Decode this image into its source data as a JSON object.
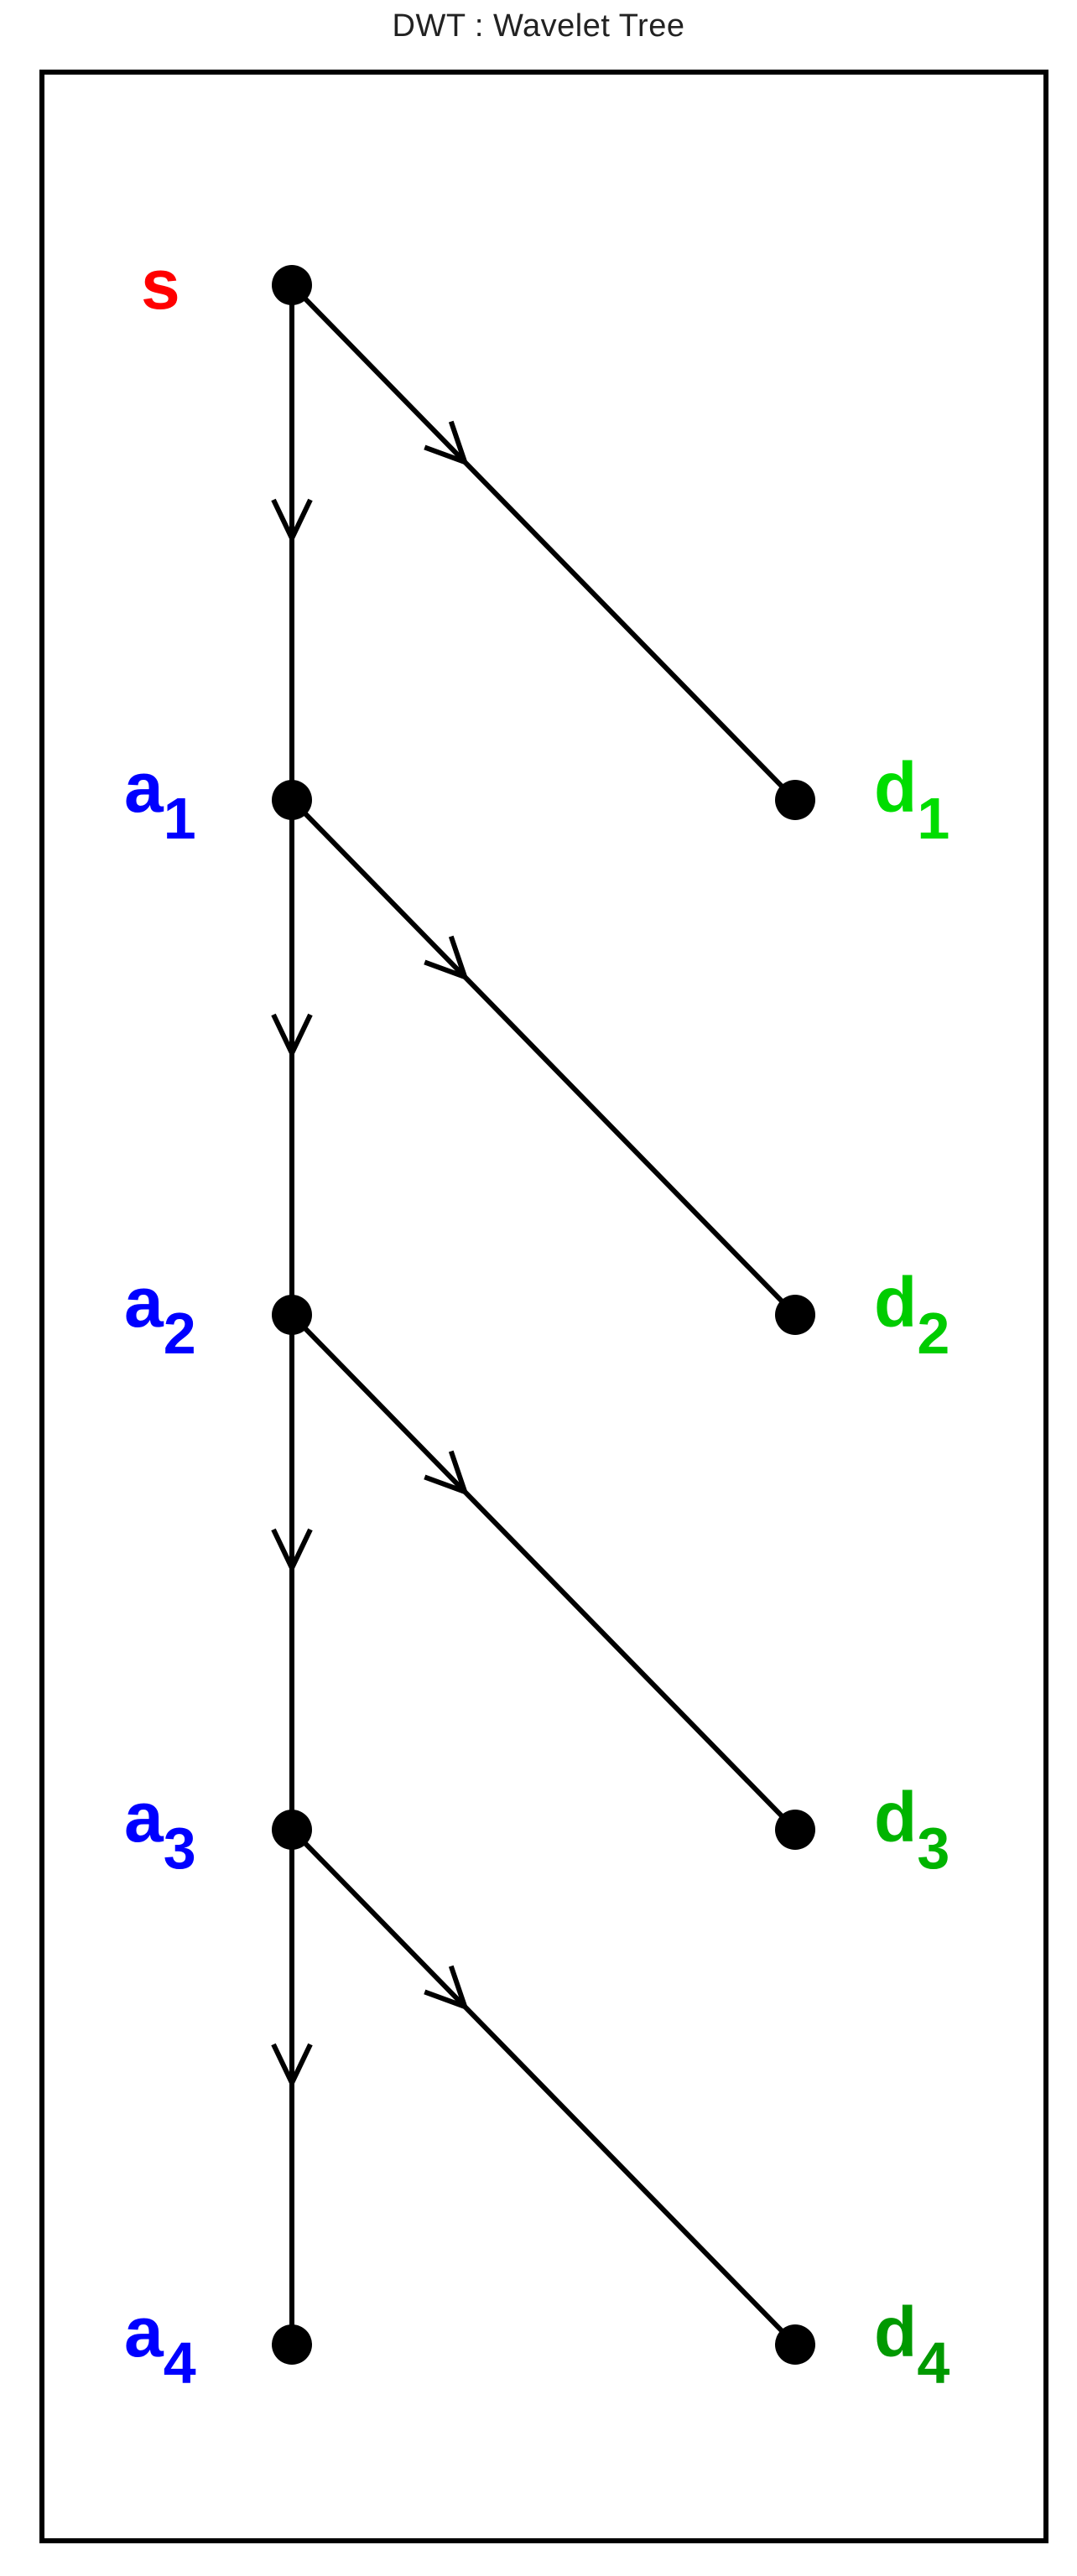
{
  "title": "DWT : Wavelet Tree",
  "colors": {
    "frame": "#000000",
    "edge": "#000000",
    "node": "#000000",
    "signal": "#ff0000",
    "approximation": "#0000ff",
    "detail_levels": [
      "#00dd00",
      "#00cc00",
      "#00b400",
      "#009900"
    ]
  },
  "tree": {
    "root": {
      "letter": "s"
    },
    "approximations": [
      {
        "letter": "a",
        "index": "1"
      },
      {
        "letter": "a",
        "index": "2"
      },
      {
        "letter": "a",
        "index": "3"
      },
      {
        "letter": "a",
        "index": "4"
      }
    ],
    "details": [
      {
        "letter": "d",
        "index": "1"
      },
      {
        "letter": "d",
        "index": "2"
      },
      {
        "letter": "d",
        "index": "3"
      },
      {
        "letter": "d",
        "index": "4"
      }
    ]
  }
}
